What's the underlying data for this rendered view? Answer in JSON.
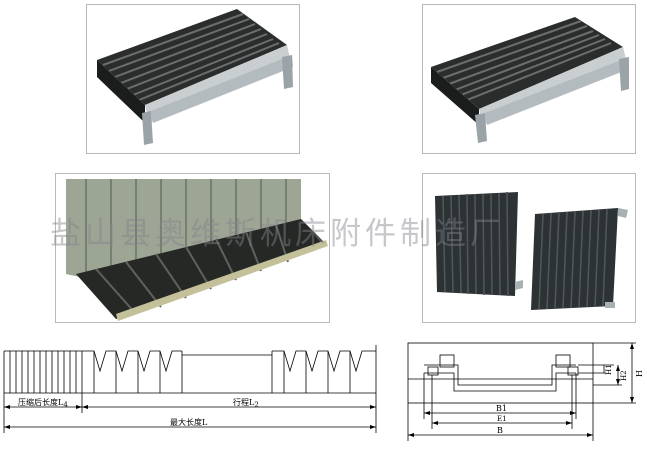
{
  "watermark": "盐山县奥维斯机床附件制造厂",
  "drawing_left": {
    "label_l4": "压缩后长度L",
    "label_l4_sub": "4",
    "label_l2": "行程L",
    "label_l2_sub": "2",
    "label_l": "最大长度L"
  },
  "drawing_right": {
    "label_b1": "B1",
    "label_e1": "E1",
    "label_b": "B",
    "label_h1": "H1",
    "label_h2": "H2",
    "label_h": "H"
  }
}
